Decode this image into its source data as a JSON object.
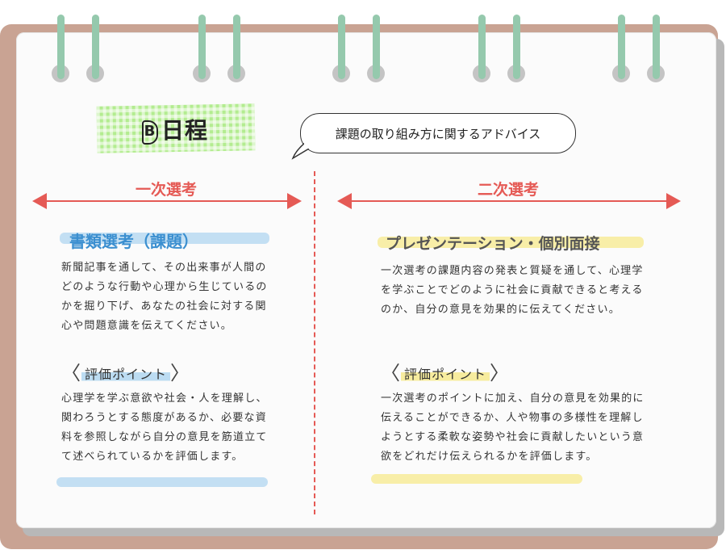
{
  "header": {
    "badge": "B",
    "title": "日程",
    "advice": "課題の取り組み方に関するアドバイス"
  },
  "stages": [
    {
      "label": "一次選考",
      "section_title": "書類選考（課題）",
      "description": "新聞記事を通して、その出来事が人間のどのような行動や心理から生じているのかを掘り下げ、あなたの社会に対する関心や問題意識を伝えてください。",
      "point_title": "評価ポイント",
      "point_text": "心理学を学ぶ意欲や社会・人を理解し、関わろうとする態度があるか、必要な資料を参照しながら自分の意見を筋道立てて述べられているかを評価します。"
    },
    {
      "label": "二次選考",
      "section_title": "プレゼンテーション・個別面接",
      "description": "一次選考の課題内容の発表と質疑を通して、心理学を学ぶことでどのように社会に貢献できると考えるのか、自分の意見を効果的に伝えてください。",
      "point_title": "評価ポイント",
      "point_text": "一次選考のポイントに加え、自分の意見を効果的に伝えることができるか、人や物事の多様性を理解しようとする柔軟な姿勢や社会に貢献したいという意欲をどれだけ伝えられるかを評価します。"
    }
  ],
  "colors": {
    "accent_red": "#e55a55",
    "blue_title": "#3b8fd0",
    "blue_brush": "#bcdcf2",
    "yellow_brush": "#f7ec9e",
    "green_tape": "#b3ec90",
    "ring": "#95c9ad",
    "board": "#c9a393"
  }
}
